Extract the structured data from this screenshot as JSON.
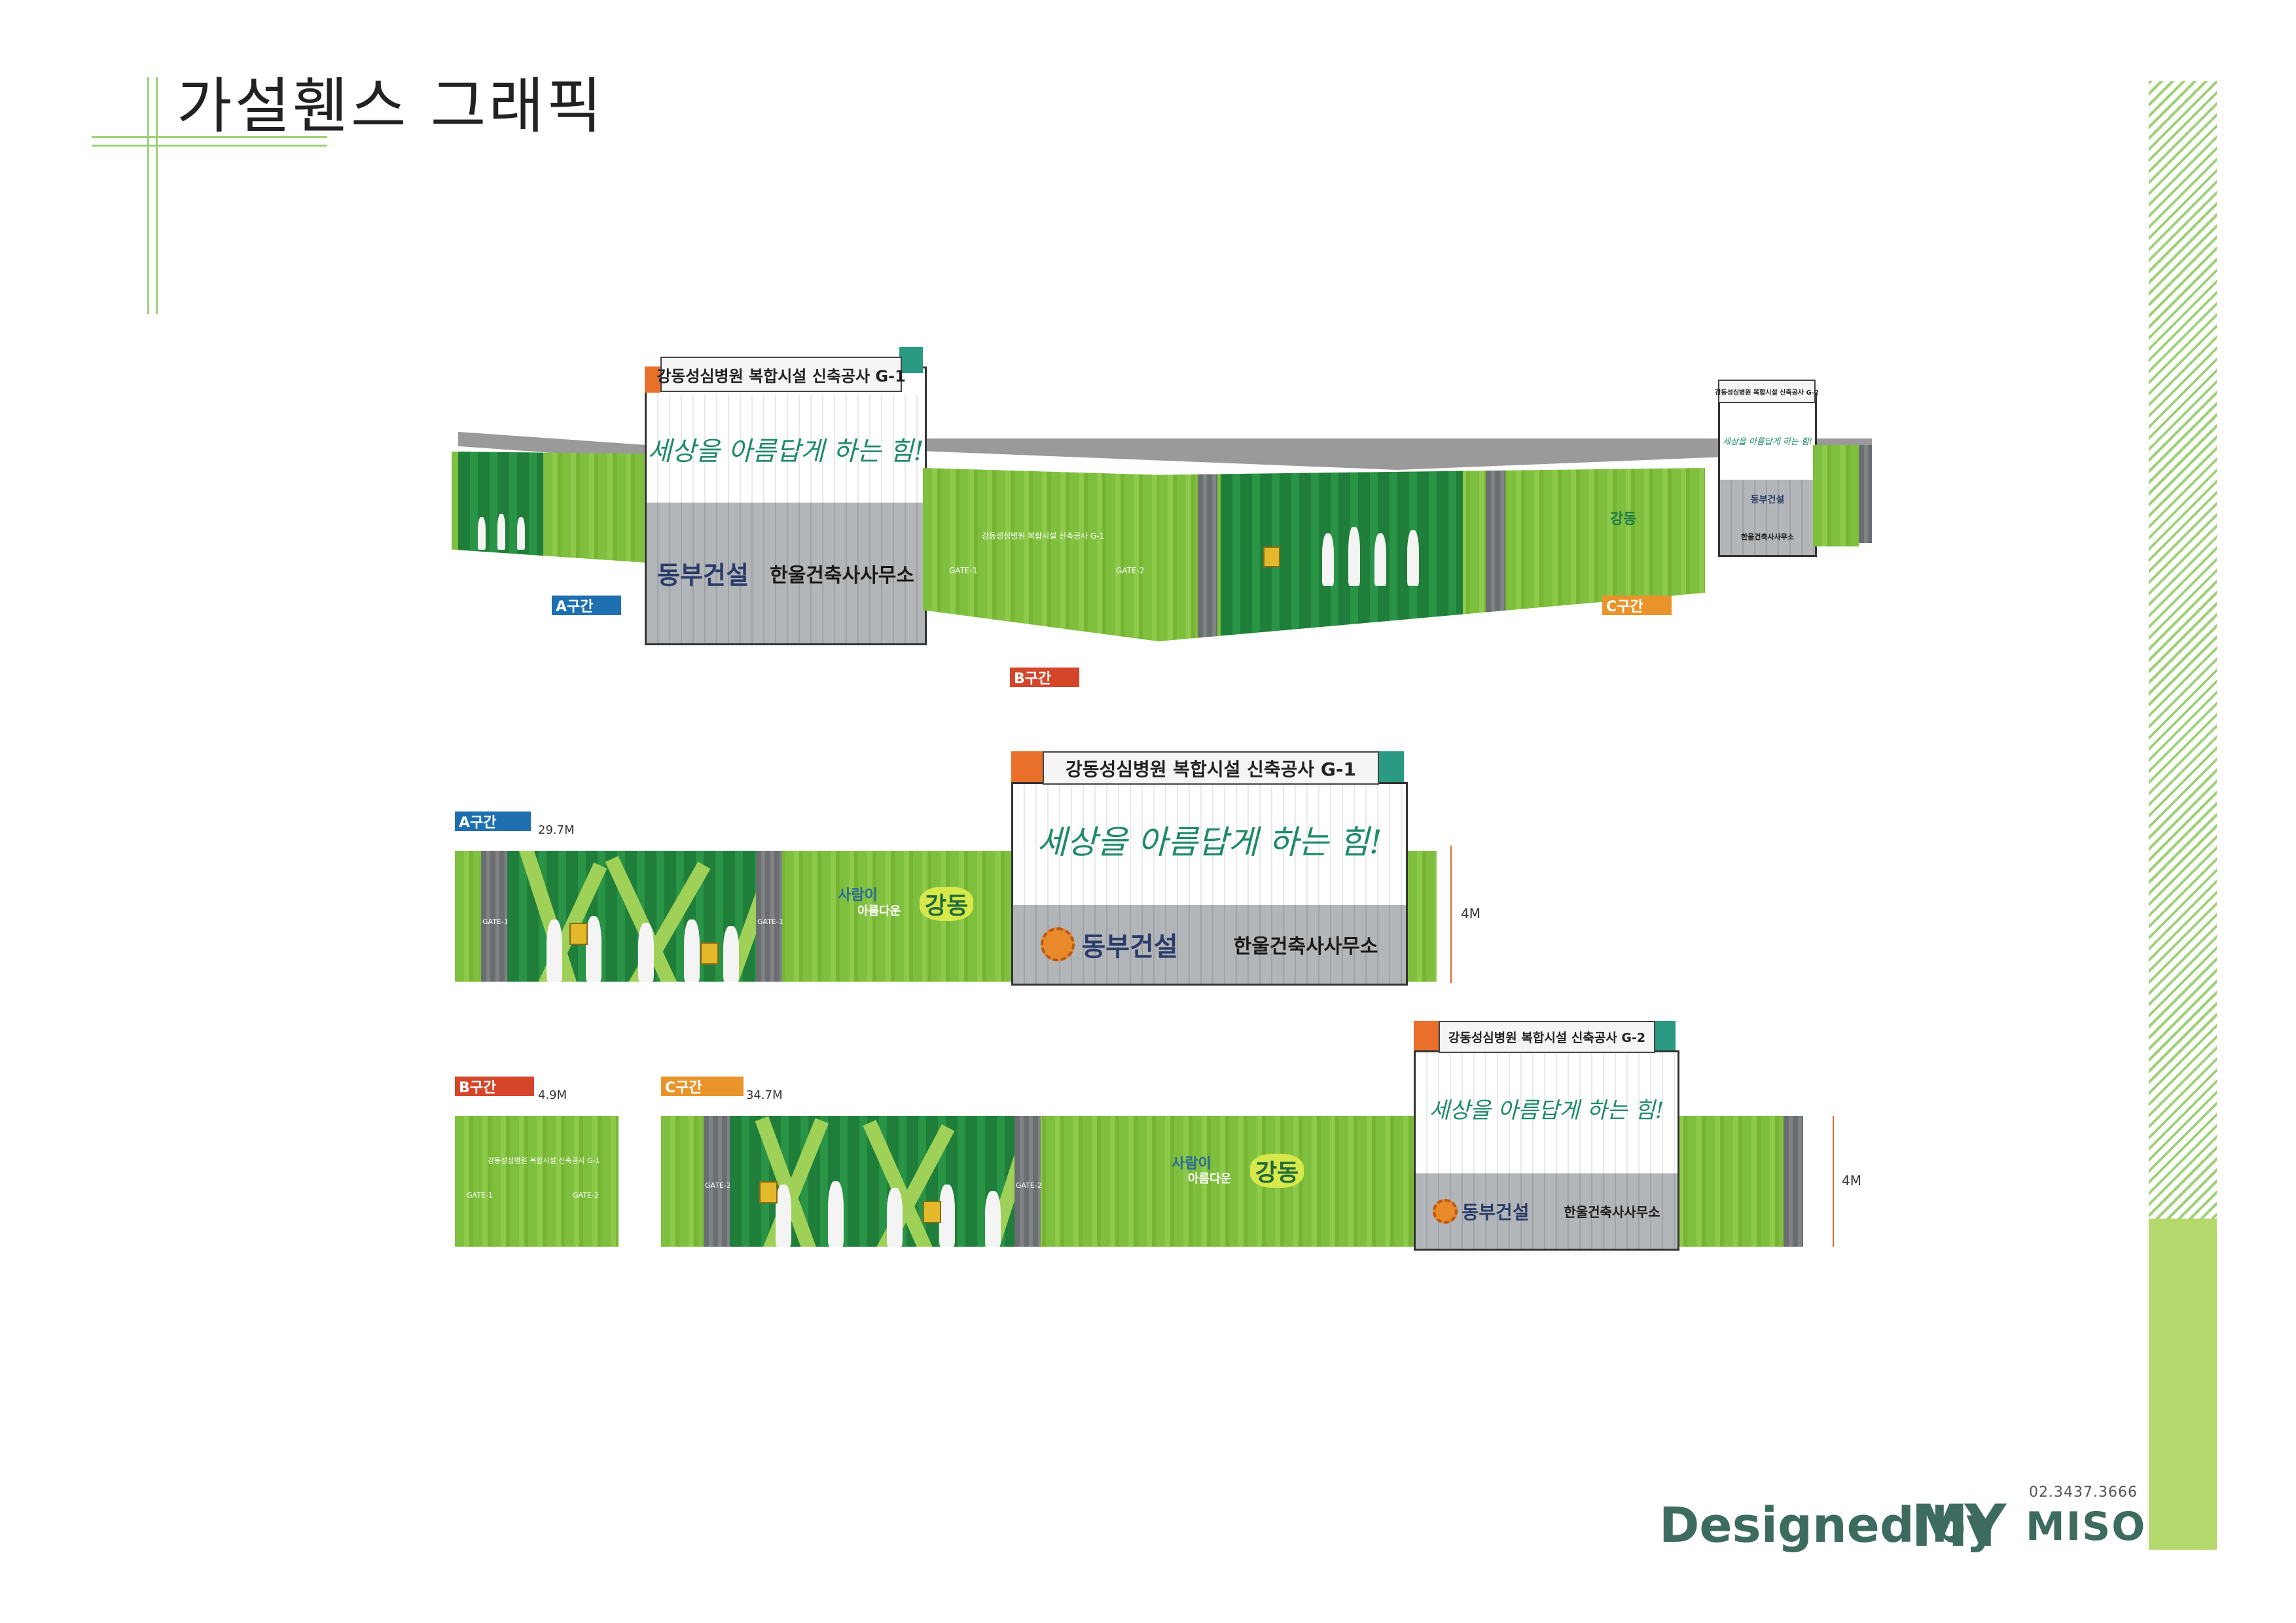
{
  "page": {
    "title": "가설휀스 그래픽"
  },
  "signs": {
    "g1_header": "강동성심병원 복합시설 신축공사 G-1",
    "g2_header": "강동성심병원 복합시설 신축공사 G-2",
    "slogan": "세상을 아름답게 하는 힘!",
    "company1": "동부건설",
    "company2": "한울건축사사무소"
  },
  "sections": {
    "a_label": "A구간",
    "b_label": "B구간",
    "c_label": "C구간",
    "a_length": "29.7M",
    "b_length": "4.9M",
    "c_length": "34.7M",
    "height": "4M"
  },
  "fence": {
    "gate_1": "GATE-1",
    "gate_2": "GATE-2",
    "campaign_line1": "사람이",
    "campaign_line2": "아름다운",
    "campaign_gangdong": "강동"
  },
  "footer": {
    "designed_by": "Designed by",
    "logo_my": "MY",
    "logo_miso": "MISO",
    "phone": "02.3437.3666"
  },
  "colors": {
    "fence_green": "#7fbf3e",
    "accent_orange": "#e8702a",
    "accent_teal": "#2a9a82",
    "tag_a": "#1d6fb0",
    "tag_b": "#d4452a",
    "tag_c": "#e8942a"
  }
}
